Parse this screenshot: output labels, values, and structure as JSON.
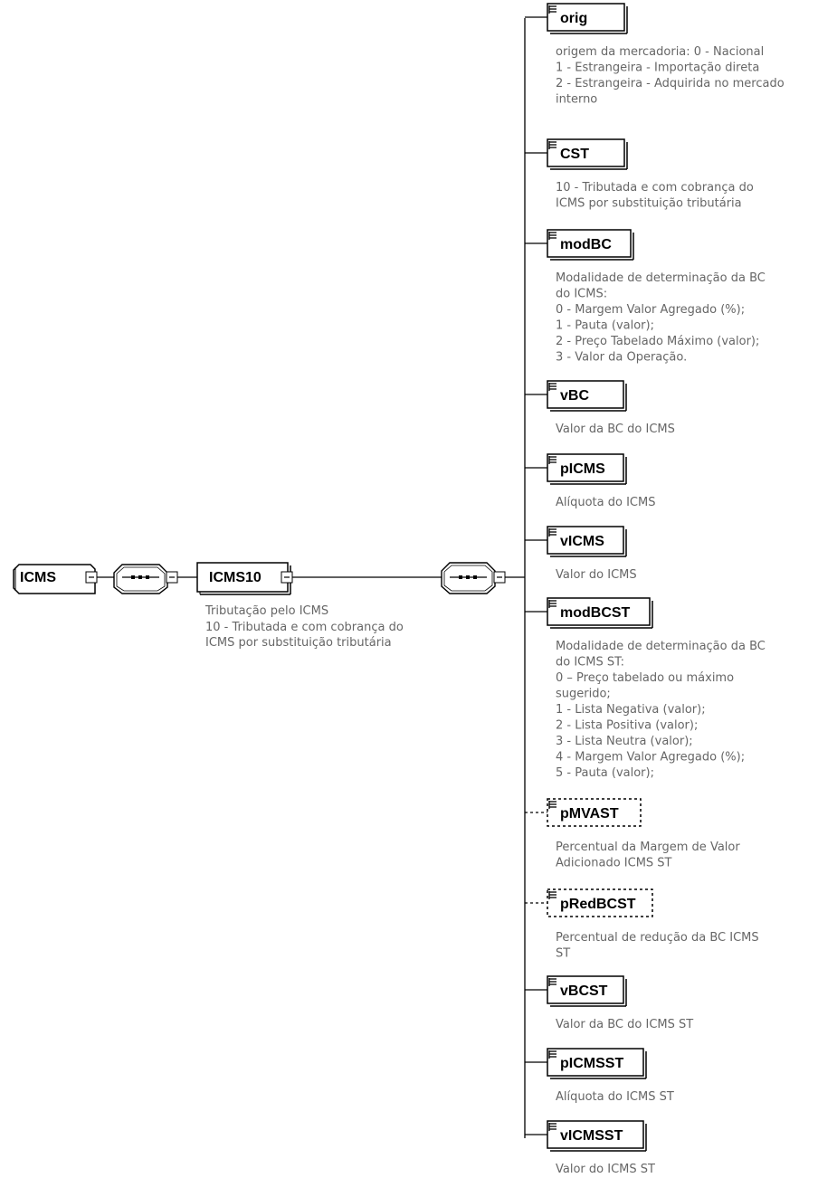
{
  "root": {
    "name": "ICMS"
  },
  "type_element": {
    "name": "ICMS10",
    "description": [
      "Tributação pelo ICMS",
      "10 - Tributada e com cobrança do",
      "ICMS por substituição tributária"
    ]
  },
  "children": [
    {
      "name": "orig",
      "optional": false,
      "description": [
        "origem da mercadoria: 0 - Nacional",
        "1 - Estrangeira - Importação direta",
        "2 - Estrangeira - Adquirida no mercado",
        "interno"
      ]
    },
    {
      "name": "CST",
      "optional": false,
      "description": [
        "10 - Tributada e com cobrança do",
        "ICMS por substituição tributária"
      ]
    },
    {
      "name": "modBC",
      "optional": false,
      "description": [
        "Modalidade de determinação da BC",
        "do ICMS:",
        "0 - Margem Valor Agregado (%);",
        "1 - Pauta (valor);",
        "2 - Preço Tabelado Máximo (valor);",
        "3 - Valor da Operação."
      ]
    },
    {
      "name": "vBC",
      "optional": false,
      "description": [
        "Valor da BC do ICMS"
      ]
    },
    {
      "name": "pICMS",
      "optional": false,
      "description": [
        "Alíquota do ICMS"
      ]
    },
    {
      "name": "vICMS",
      "optional": false,
      "description": [
        "Valor do ICMS"
      ]
    },
    {
      "name": "modBCST",
      "optional": false,
      "description": [
        "Modalidade de determinação da BC",
        "do ICMS ST:",
        "0 – Preço tabelado ou máximo",
        "sugerido;",
        "1 - Lista Negativa (valor);",
        "2 - Lista Positiva (valor);",
        "3 - Lista Neutra (valor);",
        "4 - Margem Valor Agregado (%);",
        "5 - Pauta (valor);"
      ]
    },
    {
      "name": "pMVAST",
      "optional": true,
      "description": [
        "Percentual da Margem de Valor",
        "Adicionado ICMS ST"
      ]
    },
    {
      "name": "pRedBCST",
      "optional": true,
      "description": [
        "Percentual de redução da BC ICMS",
        "ST"
      ]
    },
    {
      "name": "vBCST",
      "optional": false,
      "description": [
        "Valor da BC do ICMS ST"
      ]
    },
    {
      "name": "pICMSST",
      "optional": false,
      "description": [
        "Alíquota do ICMS ST"
      ]
    },
    {
      "name": "vICMSST",
      "optional": false,
      "description": [
        "Valor do ICMS ST"
      ]
    }
  ]
}
